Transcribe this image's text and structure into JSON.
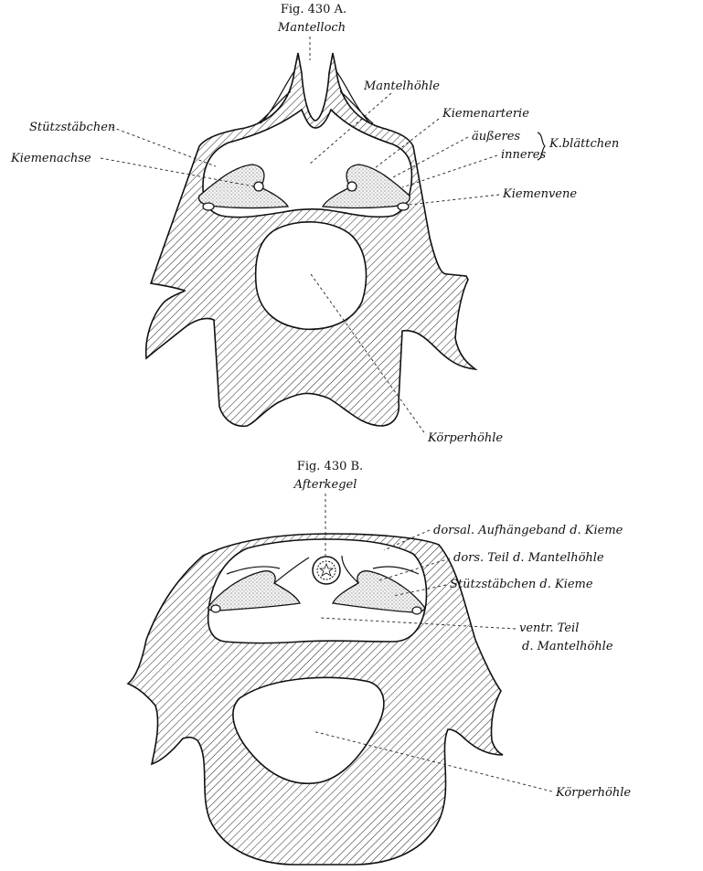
{
  "figA": {
    "title": "Fig. 430 A.",
    "subtitle": "Mantelloch",
    "labels": {
      "mantelhoehle": "Mantelhöhle",
      "stuetzstaebchen": "Stützstäbchen",
      "kiemenarterie": "Kiemenarterie",
      "aeusseres": "äußeres",
      "inneres": "inneres",
      "kblaettchen": "K.blättchen",
      "kiemenachse": "Kiemenachse",
      "kiemenvene": "Kiemenvene",
      "koerperhoehle": "Körperhöhle"
    }
  },
  "figB": {
    "title": "Fig. 430 B.",
    "subtitle": "Afterkegel",
    "labels": {
      "dorsal_band": "dorsal. Aufhängeband d. Kieme",
      "dors_teil": "dors. Teil d. Mantelhöhle",
      "stuetz_kieme": "Stützstäbchen d. Kieme",
      "ventr_teil_1": "ventr. Teil",
      "ventr_teil_2": "d. Mantelhöhle",
      "koerperhoehle": "Körperhöhle"
    }
  }
}
